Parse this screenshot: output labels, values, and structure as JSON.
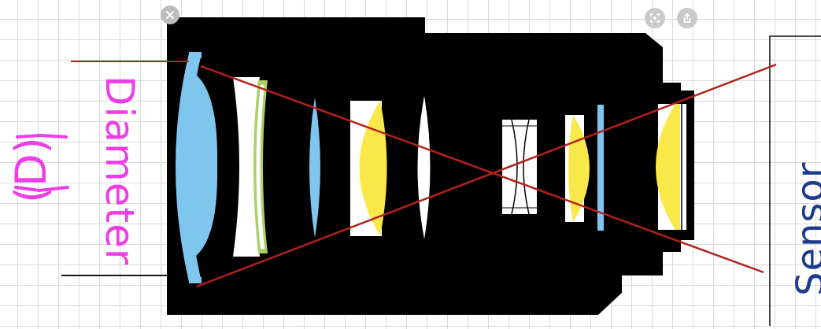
{
  "annotations": {
    "diameter_label": "Diameter",
    "diameter_symbol": "(D)",
    "sensor_label": "Sensor"
  },
  "colors": {
    "background": "#ffffff",
    "grid": "#d9d9d9",
    "lens_body": "#000000",
    "blue_element": "#7fc6ef",
    "yellow_element": "#f8e84a",
    "white_element": "#ffffff",
    "ray_line": "#b5211d",
    "magenta_ink": "#ee3ce6",
    "blue_ink": "#1d3a8f",
    "overlay_button": "#c9c9c9"
  },
  "icons": {
    "close": "close-icon",
    "lens_search": "lens-search-icon",
    "share": "share-icon"
  }
}
